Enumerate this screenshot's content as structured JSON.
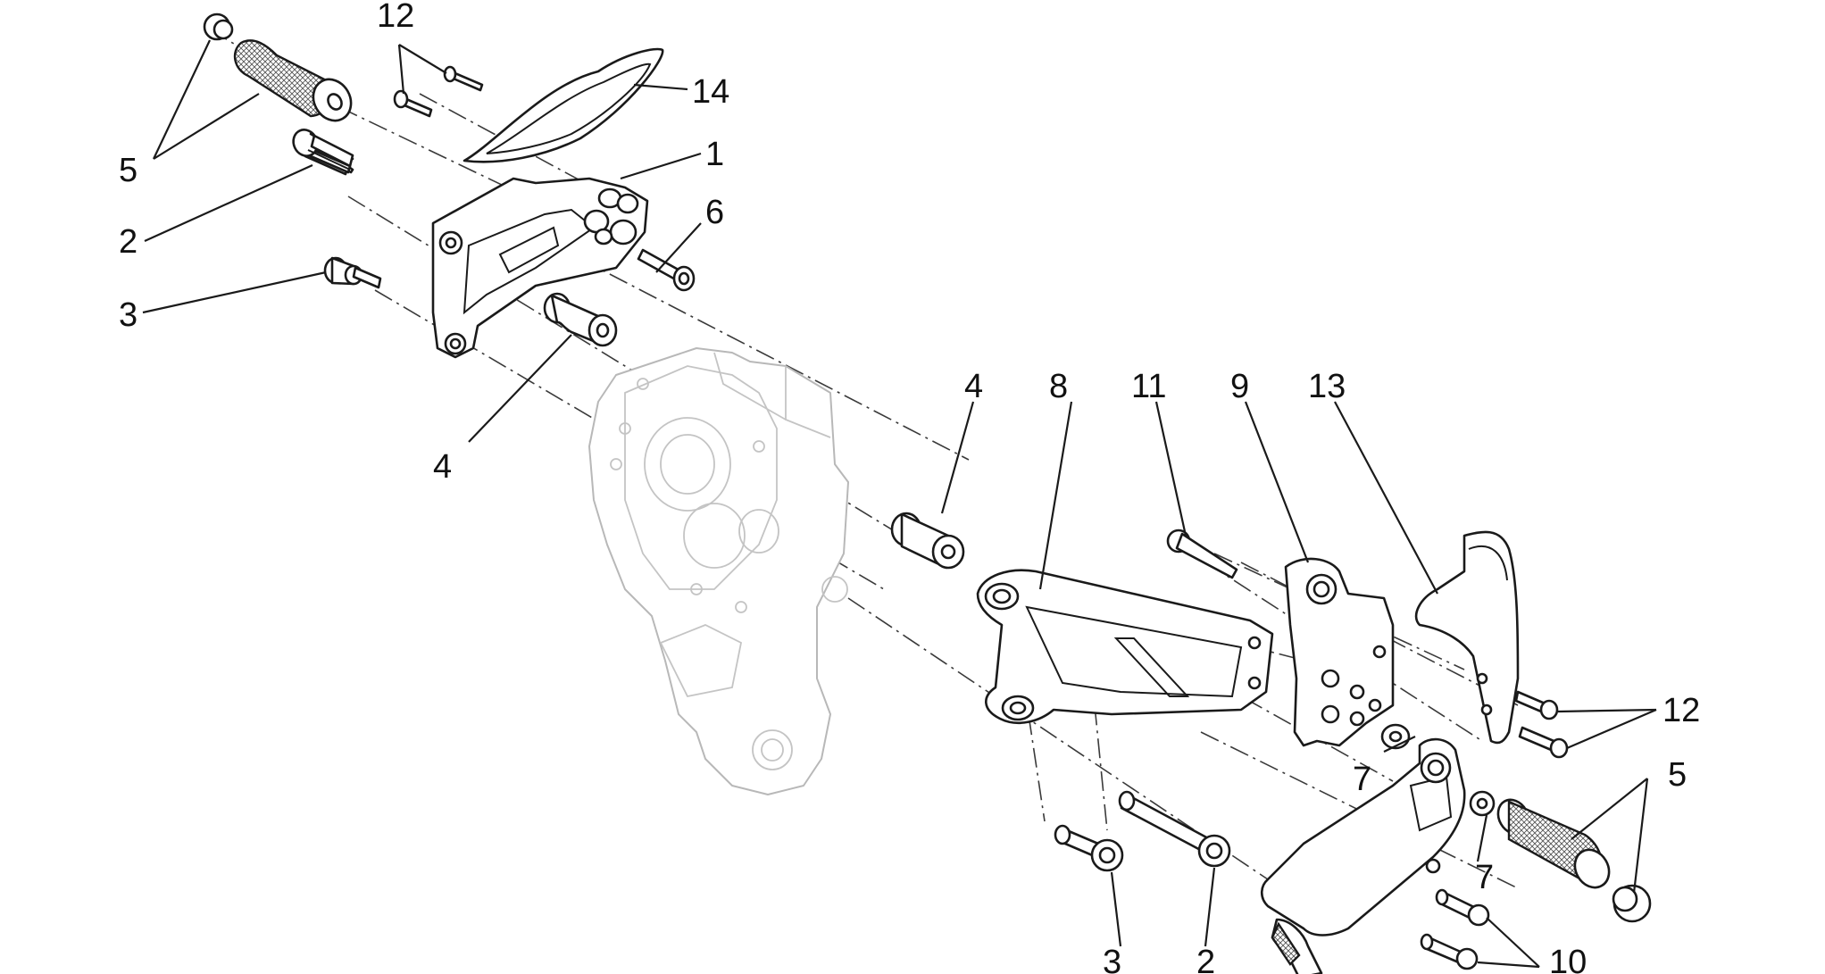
{
  "diagram": {
    "type": "exploded-parts-diagram",
    "colors": {
      "ink": "#1a1a1a",
      "engine_outline": "#b8b8b8",
      "background": "#ffffff"
    },
    "callouts": [
      "1",
      "2",
      "3",
      "4",
      "5",
      "6",
      "7",
      "8",
      "9",
      "10",
      "11",
      "12",
      "13",
      "14"
    ]
  }
}
